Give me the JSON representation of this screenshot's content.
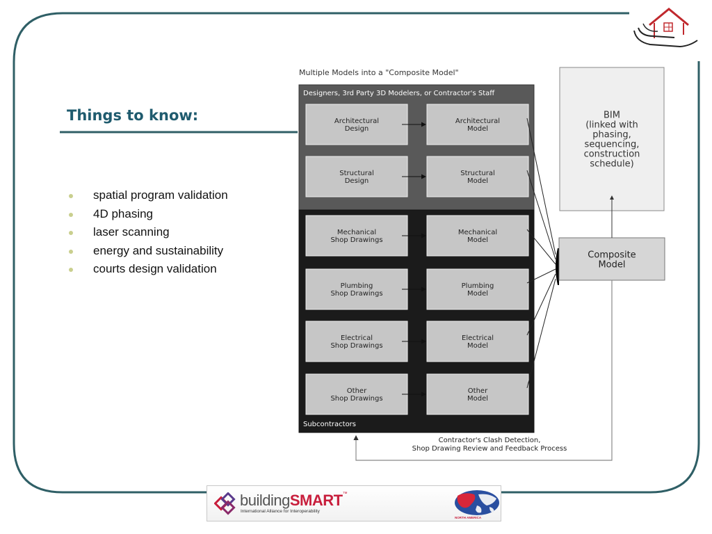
{
  "slide": {
    "title": "Things to know:",
    "bullets": [
      "spatial program validation",
      "4D phasing",
      "laser scanning",
      "energy and sustainability",
      "courts design validation"
    ]
  },
  "diagram": {
    "caption": "Multiple Models into a \"Composite Model\"",
    "designers_header": "Designers, 3rd Party 3D Modelers, or Contractor's Staff",
    "subcontractors_label": "Subcontractors",
    "rows": [
      {
        "source": [
          "Architectural",
          "Design"
        ],
        "model": [
          "Architectural",
          "Model"
        ]
      },
      {
        "source": [
          "Structural",
          "Design"
        ],
        "model": [
          "Structural",
          "Model"
        ]
      },
      {
        "source": [
          "Mechanical",
          "Shop Drawings"
        ],
        "model": [
          "Mechanical",
          "Model"
        ]
      },
      {
        "source": [
          "Plumbing",
          "Shop Drawings"
        ],
        "model": [
          "Plumbing",
          "Model"
        ]
      },
      {
        "source": [
          "Electrical",
          "Shop Drawings"
        ],
        "model": [
          "Electrical",
          "Model"
        ]
      },
      {
        "source": [
          "Other",
          "Shop Drawings"
        ],
        "model": [
          "Other",
          "Model"
        ]
      }
    ],
    "bim_lines": [
      "BIM",
      "(linked with",
      "phasing,",
      "sequencing,",
      "construction",
      "schedule)"
    ],
    "composite_lines": [
      "Composite",
      "Model"
    ],
    "feedback_lines": [
      "Contractor's Clash Detection,",
      "Shop Drawing Review and Feedback Process"
    ]
  },
  "footer": {
    "logo_word_1": "building",
    "logo_word_2": "SMART",
    "logo_tm": "™",
    "logo_tagline": "International Alliance for Interoperability",
    "region_label": "NORTH AMERICA"
  },
  "colors": {
    "frame": "#2f5f66",
    "title": "#1f5b6e",
    "bullet": "#c9cf8e",
    "designers_panel": "#595959",
    "subcontractors_panel": "#1b1b1b",
    "node_box": "#c6c6c6",
    "bim_box": "#efefef",
    "composite_box": "#d6d6d6",
    "brand_red": "#c81e3c"
  },
  "icons": [
    "house-in-hand-logo-icon",
    "buildingsmart-logo-icon",
    "north-america-globe-icon"
  ]
}
